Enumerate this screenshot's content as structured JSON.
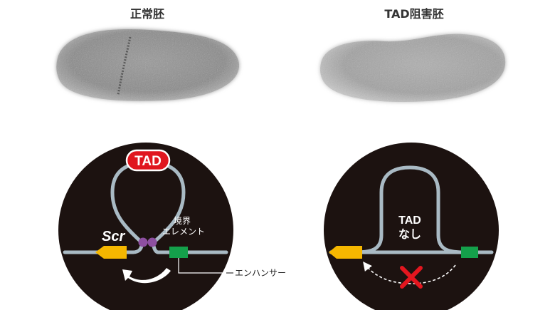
{
  "panels": {
    "normal": {
      "title": "正常胚",
      "loop_label": "TAD",
      "gene_label": "Scr",
      "boundary_label_line1": "境界",
      "boundary_label_line2": "エレメント",
      "enhancer_label": "エンハンサー"
    },
    "disrupted": {
      "title": "TAD阻害胚",
      "loop_label_line1": "TAD",
      "loop_label_line2": "なし"
    }
  },
  "colors": {
    "circle_bg": "#1c1210",
    "chromatin": "#a9bac4",
    "tad_badge": "#e0161f",
    "gene": "#f5b700",
    "enhancer": "#14a04b",
    "boundary": "#8d4fa0",
    "blocked_mark": "#e3161f",
    "arrow": "#ffffff"
  }
}
